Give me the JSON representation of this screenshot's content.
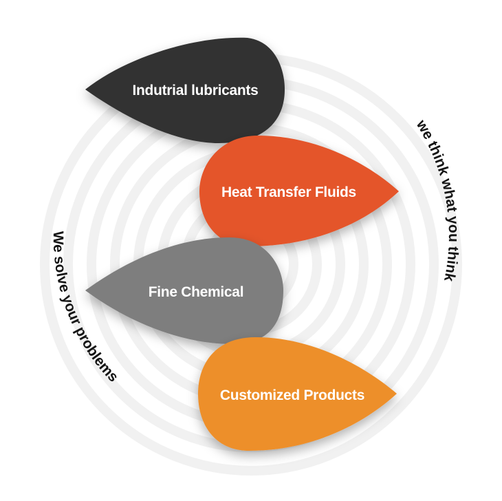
{
  "colors": {
    "background": "#ffffff",
    "rings": "#f1f1f1",
    "industrial": "#333333",
    "heat_transfer": "#e4552a",
    "fine_chemical": "#7e7e7e",
    "customized": "#ed8f2b",
    "label_text": "#ffffff",
    "curved_text": "#141414"
  },
  "petals": [
    {
      "label": "Indutrial lubricants"
    },
    {
      "label": "Heat Transfer Fluids"
    },
    {
      "label": "Fine Chemical"
    },
    {
      "label": "Customized Products"
    }
  ],
  "curved_text": {
    "left": "We solve your problems",
    "right": "we think what you think"
  }
}
